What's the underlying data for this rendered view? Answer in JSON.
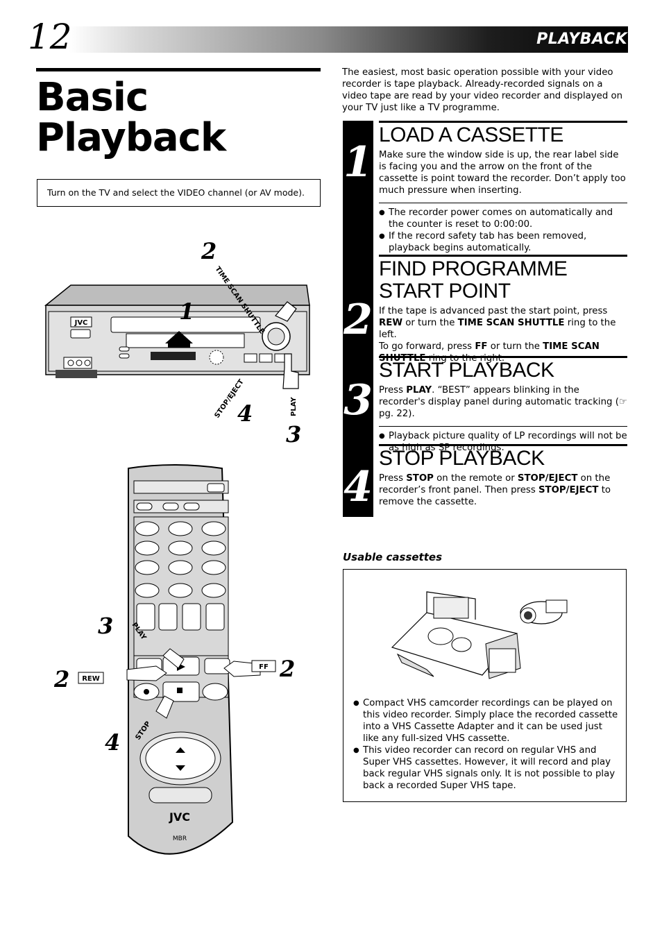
{
  "header": {
    "page_number": "12",
    "section": "PLAYBACK"
  },
  "title": {
    "line1": "Basic",
    "line2": "Playback"
  },
  "notice": "Turn on the TV and select the VIDEO channel (or AV mode).",
  "intro": "The easiest, most basic operation possible with your video recorder is tape playback. Already-recorded signals on a video tape are read by your video recorder and displayed on your TV just like a TV programme.",
  "steps": [
    {
      "number": "1",
      "heading": "LOAD A CASSETTE",
      "text": "Make sure the window side is up, the rear label side is facing you and the arrow on the front of the cassette is point toward the recorder. Don’t apply too much pressure when inserting.",
      "bullets": [
        "The recorder power comes on automatically and the counter is reset to 0:00:00.",
        "If the record safety tab has been removed, playback begins automatically."
      ]
    },
    {
      "number": "2",
      "heading": "FIND PROGRAMME START POINT",
      "text_parts": [
        "If the tape is advanced past the start point, press ",
        "REW",
        " or turn the ",
        "TIME SCAN SHUTTLE",
        " ring to the left.",
        "To go forward, press ",
        "FF",
        " or turn the ",
        "TIME SCAN SHUTTLE",
        " ring to the right."
      ]
    },
    {
      "number": "3",
      "heading": "START PLAYBACK",
      "text_parts": [
        "Press ",
        "PLAY",
        ". “BEST” appears blinking in the recorder's display panel during automatic tracking (☞ pg. 22)."
      ],
      "bullets": [
        "Playback picture quality of LP recordings will not be as high as SP recordings."
      ]
    },
    {
      "number": "4",
      "heading": "STOP PLAYBACK",
      "text_parts": [
        "Press ",
        "STOP",
        " on the remote or ",
        "STOP/EJECT",
        " on the recorder’s front panel. Then press ",
        "STOP/EJECT",
        " to remove the cassette."
      ]
    }
  ],
  "usable": {
    "title": "Usable cassettes",
    "bullets": [
      "Compact VHS camcorder recordings can be played on this video recorder. Simply place the recorded cassette into a VHS Cassette Adapter and it can be used just like any full-sized VHS cassette.",
      "This video recorder can record on regular VHS and Super VHS cassettes. However, it will record and play back regular VHS signals only. It is not possible to play back a recorded Super VHS tape."
    ]
  },
  "vcr_illustration": {
    "brand": "JVC",
    "callouts": [
      "1",
      "2",
      "3",
      "4"
    ],
    "labels": {
      "shuttle": "TIME SCAN SHUTTLE",
      "stop_eject": "STOP/EJECT",
      "play": "PLAY"
    }
  },
  "remote_illustration": {
    "brand": "JVC",
    "sub_brand": "MBR",
    "callouts": [
      "3",
      "2",
      "2",
      "4"
    ],
    "labels": {
      "play": "PLAY",
      "rew": "REW",
      "ff": "FF",
      "stop": "STOP"
    }
  },
  "colors": {
    "ink": "#000000",
    "paper": "#ffffff",
    "device_gray": "#cfcfcf"
  }
}
